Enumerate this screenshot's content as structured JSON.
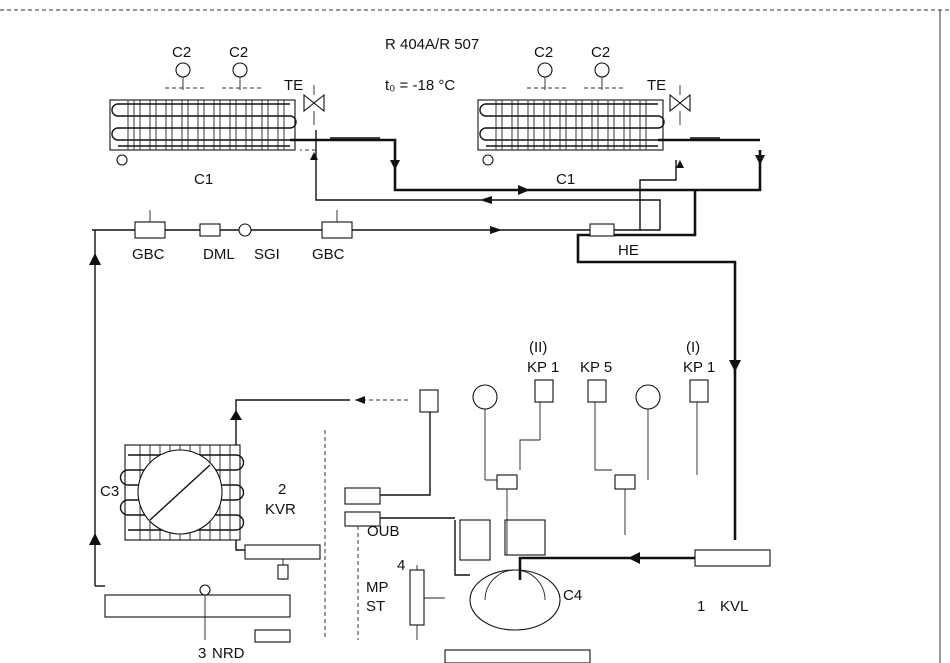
{
  "header": {
    "refrigerant": "R 404A/R 507",
    "temperature": "t₀ = -18 °C"
  },
  "labels": {
    "c2": "C2",
    "te": "TE",
    "c1": "C1",
    "gbc": "GBC",
    "dml": "DML",
    "sgi": "SGI",
    "he": "HE",
    "c3": "C3",
    "kvr_num": "2",
    "kvr": "KVR",
    "oub": "OUB",
    "mp_num": "4",
    "mp": "MP",
    "st": "ST",
    "c4": "C4",
    "nrd_num": "3",
    "nrd": "NRD",
    "kvl_num": "1",
    "kvl": "KVL",
    "kp1_ii_tag": "(II)",
    "kp1_ii": "KP 1",
    "kp5": "KP 5",
    "kp1_i_tag": "(I)",
    "kp1_i": "KP 1"
  },
  "colors": {
    "line": "#111111",
    "background": "#ffffff"
  }
}
